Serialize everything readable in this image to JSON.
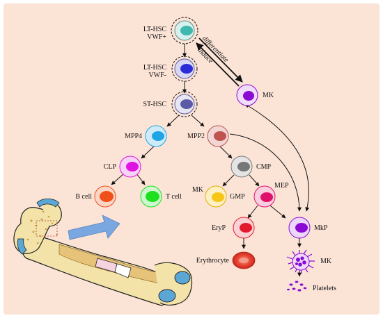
{
  "colors": {
    "background": "#fbe3d6",
    "hsc": "#3fb9b0",
    "hsc_vwf_minus": "#2b2bd8",
    "st_hsc": "#5b5aa6",
    "mpp4": "#1ea5e4",
    "mpp2": "#c0524f",
    "clp": "#e014e0",
    "cmp": "#777777",
    "b_cell": "#f0501a",
    "t_cell": "#1fe01f",
    "gmp": "#f5c518",
    "mep": "#e0116b",
    "eryp": "#e21b2c",
    "mk": "#8a0ad4",
    "erythrocyte": "#e23a2c",
    "bone": "#f3e3a8",
    "arrow_blue": "#7aa7e0"
  },
  "nodes": {
    "lt_hsc_vwf_plus": {
      "label_line1": "LT-HSC",
      "label_line2": "VWF+",
      "icon": "hsc-cell-icon"
    },
    "lt_hsc_vwf_minus": {
      "label_line1": "LT-HSC",
      "label_line2": "VWF-",
      "icon": "hsc-cell-icon"
    },
    "st_hsc": {
      "label": "ST-HSC",
      "icon": "hsc-cell-icon"
    },
    "mk_top": {
      "label": "MK",
      "icon": "megakaryocyte-cell-icon"
    },
    "mpp4": {
      "label": "MPP4",
      "icon": "progenitor-cell-icon"
    },
    "mpp2": {
      "label": "MPP2",
      "icon": "progenitor-cell-icon"
    },
    "clp": {
      "label": "CLP",
      "icon": "progenitor-cell-icon"
    },
    "cmp": {
      "label": "CMP",
      "icon": "progenitor-cell-icon"
    },
    "b_cell": {
      "label": "B cell",
      "icon": "lymphocyte-icon"
    },
    "t_cell": {
      "label": "T cell",
      "icon": "lymphocyte-icon"
    },
    "gmp": {
      "label_left": "MK",
      "label": "GMP",
      "icon": "progenitor-cell-icon"
    },
    "mep": {
      "label": "MEP",
      "icon": "progenitor-cell-icon"
    },
    "eryp": {
      "label": "EryP",
      "icon": "progenitor-cell-icon"
    },
    "mkp": {
      "label": "MkP",
      "icon": "progenitor-cell-icon"
    },
    "erythrocyte": {
      "label": "Erythrocyte",
      "icon": "red-blood-cell-icon"
    },
    "mk_mature": {
      "label": "MK",
      "icon": "mature-megakaryocyte-icon"
    },
    "platelets": {
      "label": "Platelets",
      "icon": "platelets-icon"
    }
  },
  "annotations": {
    "differentiate": "differentiate",
    "induce": "induce"
  },
  "illustration": {
    "bone_icon": "femur-bone-icon",
    "arrow_icon": "big-arrow-icon"
  }
}
